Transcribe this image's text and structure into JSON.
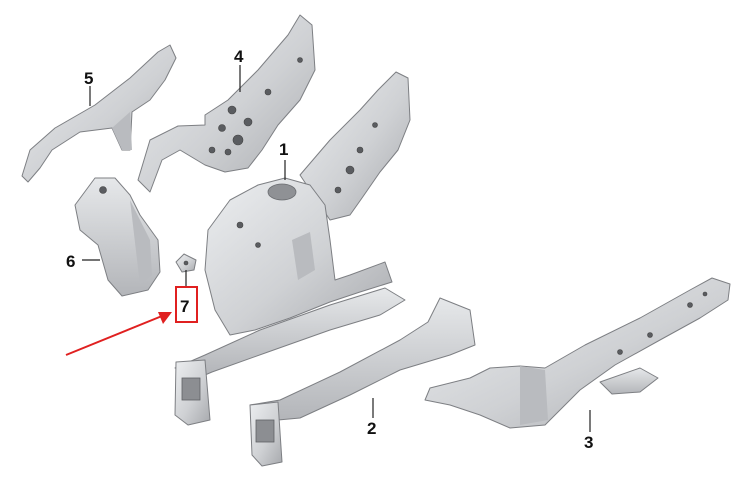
{
  "diagram": {
    "colors": {
      "background": "#ffffff",
      "part_fill": "#d7d9dc",
      "part_shadow": "#a9abaf",
      "label_text": "#111111",
      "highlight_box": "#e02020",
      "arrow": "#e02020"
    },
    "callouts": [
      {
        "id": "1",
        "label": "1"
      },
      {
        "id": "2",
        "label": "2"
      },
      {
        "id": "3",
        "label": "3"
      },
      {
        "id": "4",
        "label": "4"
      },
      {
        "id": "5",
        "label": "5"
      },
      {
        "id": "6",
        "label": "6"
      },
      {
        "id": "7",
        "label": "7",
        "highlighted": true
      }
    ]
  }
}
